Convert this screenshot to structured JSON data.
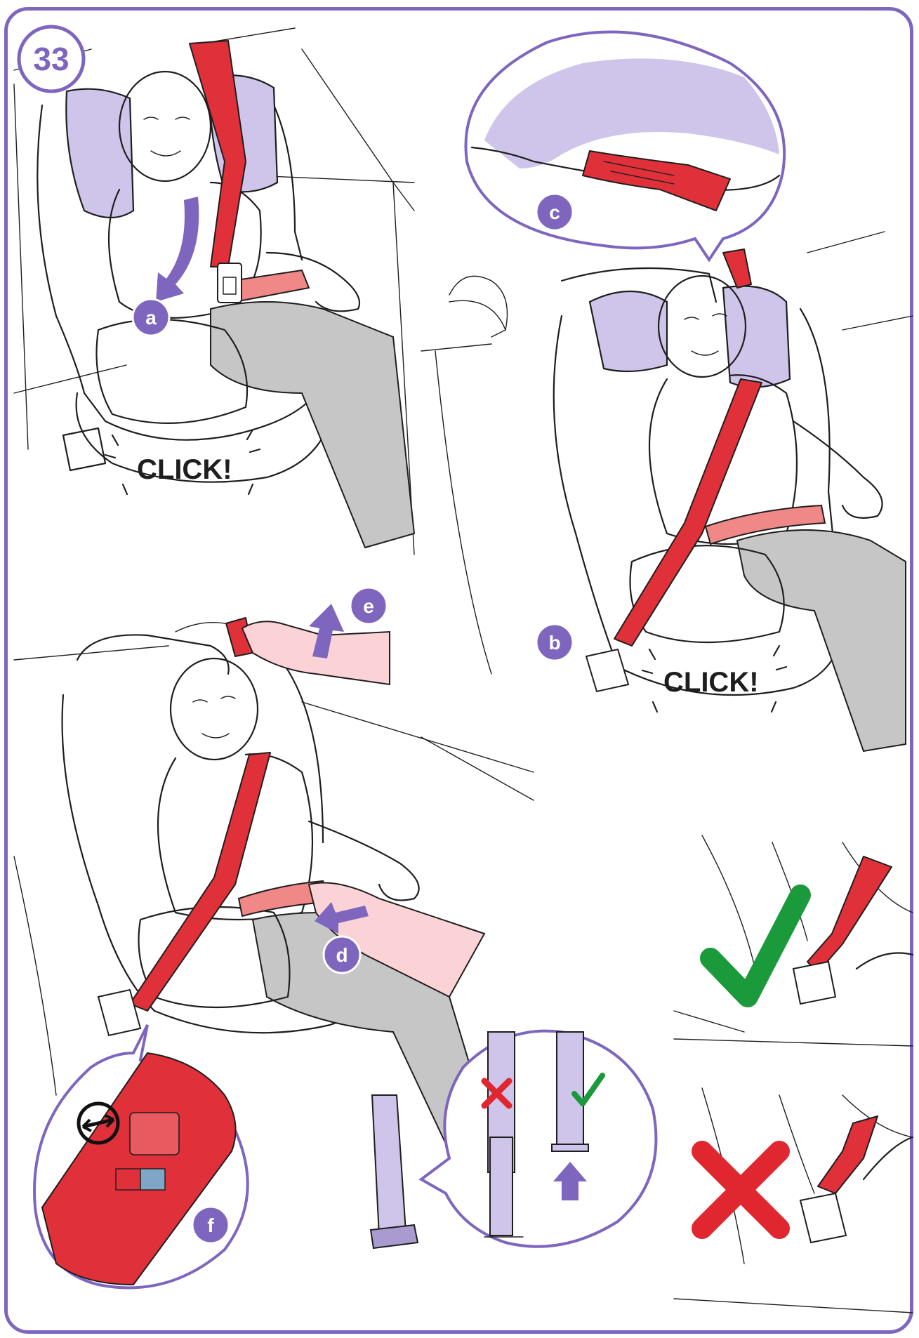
{
  "step_number": "33",
  "labels": {
    "a": "a",
    "b": "b",
    "c": "c",
    "d": "d",
    "e": "e",
    "f": "f"
  },
  "sounds": {
    "click_top": "CLICK!",
    "click_right": "CLICK!"
  },
  "icons": {
    "correct": "check-mark-icon",
    "incorrect": "cross-mark-icon",
    "belt_rotation": "rotate-arrows-icon",
    "push_up": "up-arrow-icon"
  },
  "colors": {
    "frame": "#7e66bf",
    "headrest": "#cfc4ea",
    "belt": "#e0303a",
    "lap_belt": "#f08888",
    "correct": "#1a9a3a",
    "incorrect": "#e0262f"
  }
}
